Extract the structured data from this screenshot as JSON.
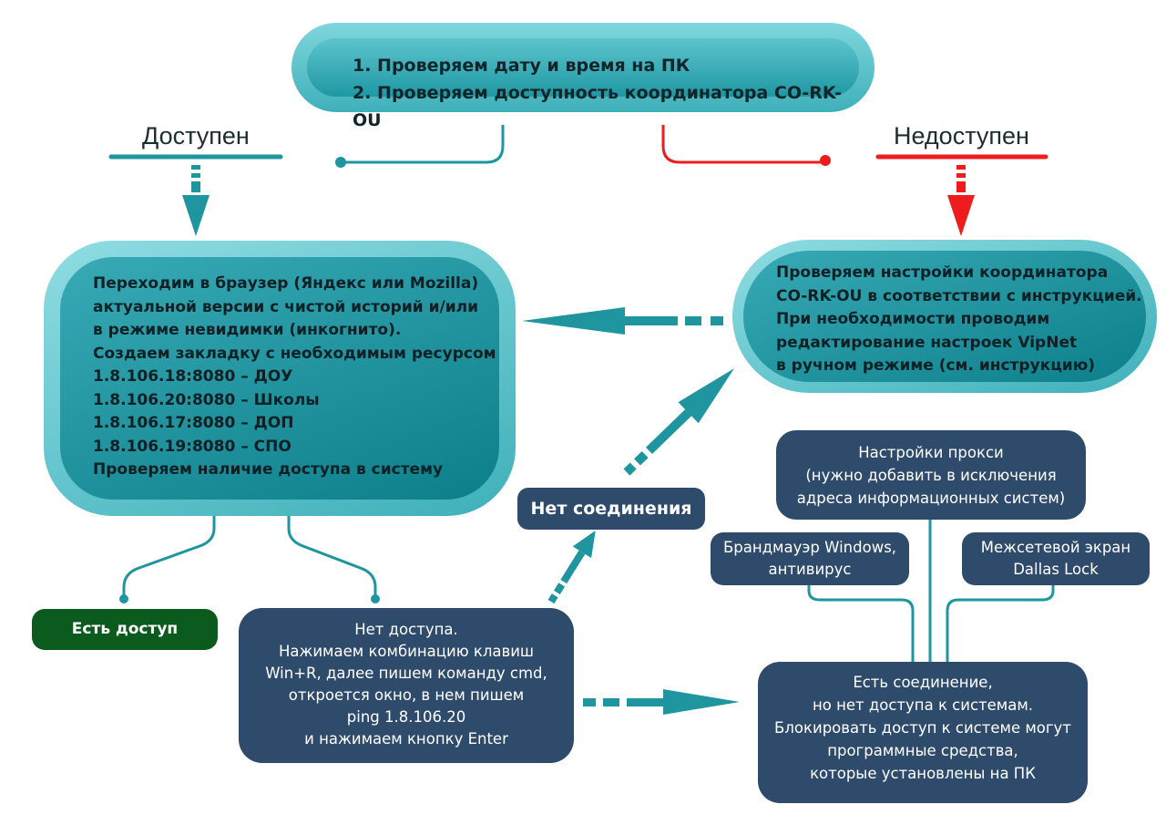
{
  "top": {
    "line1": "1. Проверяем дату и время на ПК",
    "line2": "2. Проверяем доступность координатора CO-RK-OU"
  },
  "labels": {
    "available": "Доступен",
    "unavailable": "Недоступен"
  },
  "left_box": {
    "lines": [
      "Переходим в браузер (Яндекс или Mozilla)",
      "актуальной версии с чистой историй и/или",
      "в режиме невидимки (инкогнито).",
      "Создаем закладку с необходимым ресурсом",
      "1.8.106.18:8080 – ДОУ",
      "1.8.106.20:8080 – Школы",
      "1.8.106.17:8080 – ДОП",
      "1.8.106.19:8080 – СПО",
      "Проверяем наличие доступа в систему"
    ]
  },
  "right_box": {
    "lines": [
      "Проверяем настройки координатора",
      "CO-RK-OU в соответствии с инструкцией.",
      "При необходимости проводим",
      "редактирование настроек VipNet",
      "в ручном режиме (см. инструкцию)"
    ]
  },
  "has_access": "Есть доступ",
  "no_connection": "Нет соединения",
  "no_access": {
    "lines": [
      "Нет доступа.",
      "Нажимаем комбинацию клавиш",
      "Win+R, далее пишем команду cmd,",
      "откроется окно, в нем пишем",
      "ping 1.8.106.20",
      "и нажимаем кнопку Enter"
    ]
  },
  "proxy": {
    "lines": [
      "Настройки прокси",
      "(нужно добавить в исключения",
      "адреса информационных систем)"
    ]
  },
  "firewall": {
    "lines": [
      "Брандмауэр Windows,",
      "антивирус"
    ]
  },
  "dallas": {
    "lines": [
      "Межсетевой экран",
      "Dallas Lock"
    ]
  },
  "has_connection": {
    "lines": [
      "Есть соединение,",
      "но нет доступа к системам.",
      "Блокировать доступ к системе могут",
      "программные средства,",
      "которые установлены на ПК"
    ]
  },
  "colors": {
    "teal": "#1f98a3",
    "teal_line": "#1f95a0",
    "red": "#ee1c1c",
    "navy": "#2f4b6b",
    "green": "#0b5a1e"
  }
}
